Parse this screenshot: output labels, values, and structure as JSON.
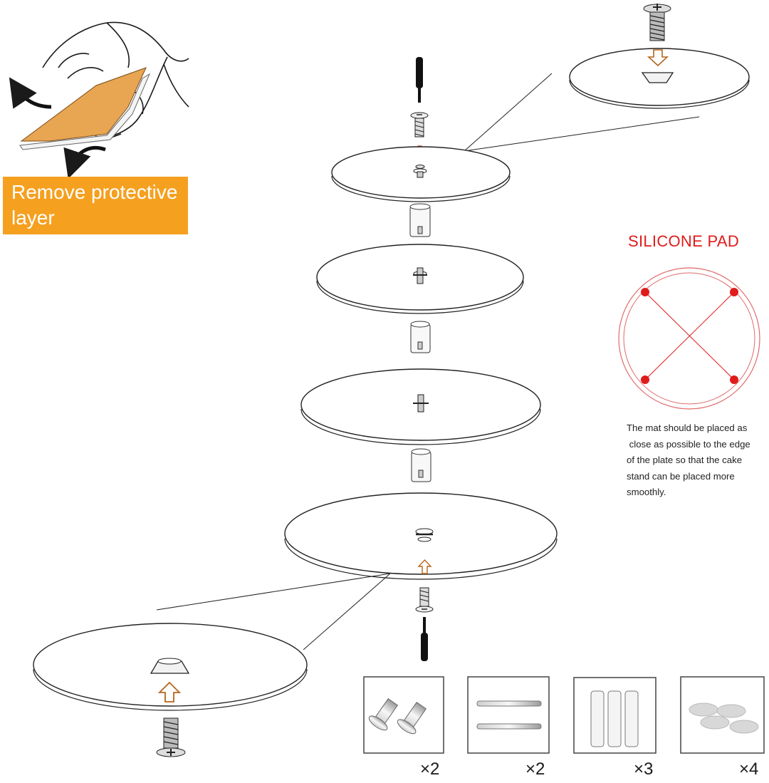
{
  "banner": {
    "line1": "Remove protective",
    "line2": "layer"
  },
  "silicone_pad": {
    "title": "SILICONE PAD",
    "note_lines": [
      "The mat should be placed as",
      " close as possible to the edge",
      "of the plate so that the cake",
      "stand can be placed more",
      "smoothly."
    ]
  },
  "parts": [
    {
      "name": "screws",
      "quantity": "×2"
    },
    {
      "name": "threaded-rods",
      "quantity": "×2"
    },
    {
      "name": "connectors",
      "quantity": "×3"
    },
    {
      "name": "silicone-pads",
      "quantity": "×4"
    }
  ],
  "colors": {
    "banner": "#f5a01f",
    "accent_red": "#e01b1b",
    "arrow_brown": "#b5651d",
    "peel_orange": "#e8a552"
  }
}
